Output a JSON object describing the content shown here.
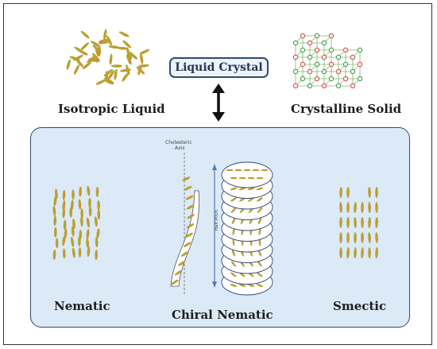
{
  "title": "Liquid Crystal",
  "phases": {
    "isotropic": "Isotropic Liquid",
    "crystalline": "Crystalline Solid",
    "nematic": "Nematic",
    "chiral_nematic": "Chiral Nematic",
    "smectic": "Smectic"
  },
  "annotations": {
    "cholesteric_axis_line1": "Cholesteric",
    "cholesteric_axis_line2": "Axis",
    "half_pitch": "Half Pitch"
  },
  "colors": {
    "molecule_green": "#8fae3a",
    "molecule_orange": "#d08a2a",
    "panel_fill": "#dce9f7",
    "panel_border": "#2f4a73",
    "lattice_green": "#4aa04a",
    "lattice_red": "#d9534f",
    "arrow_blue": "#4a7fc1"
  }
}
